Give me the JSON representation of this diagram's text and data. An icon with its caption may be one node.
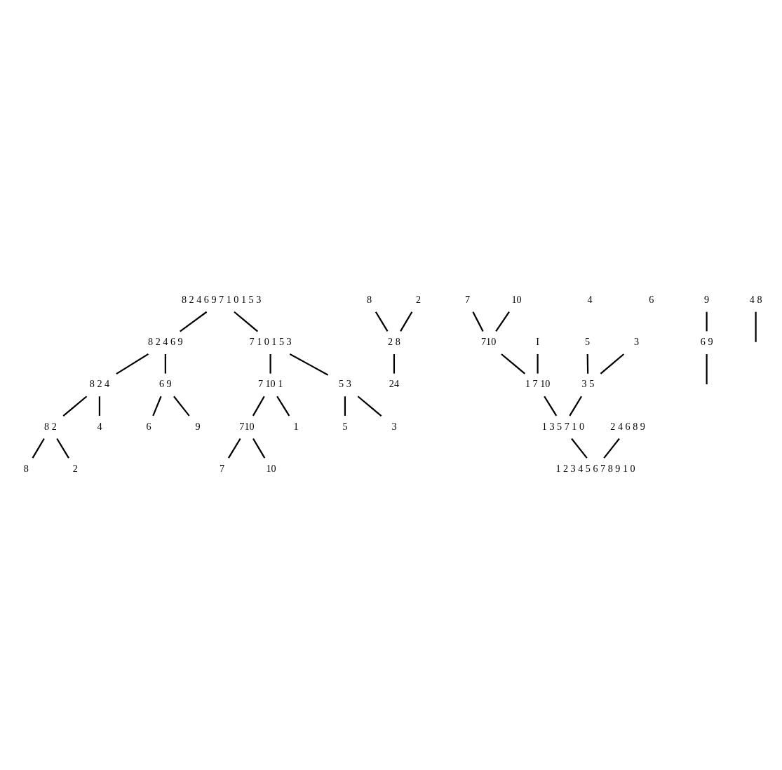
{
  "diagram": {
    "nodes": [
      {
        "text": [
          "8 2 4 6 9 7 1 0 1 5 3"
        ]
      },
      {
        "text": [
          "8 2 4 6 9"
        ]
      },
      {
        "text": [
          "7 1 0 1 5 3"
        ]
      },
      {
        "text": [
          "8 2 4"
        ]
      },
      {
        "text": [
          "6 9"
        ]
      },
      {
        "text": [
          "7 10 1"
        ]
      },
      {
        "text": [
          "5 3"
        ]
      },
      {
        "text": [
          "8 2"
        ]
      },
      {
        "text": [
          "4"
        ]
      },
      {
        "text": [
          "6"
        ]
      },
      {
        "text": [
          "9"
        ]
      },
      {
        "text": [
          "710"
        ]
      },
      {
        "text": [
          "1"
        ]
      },
      {
        "text": [
          "5"
        ]
      },
      {
        "text": [
          "3"
        ]
      },
      {
        "text": [
          "8"
        ]
      },
      {
        "text": [
          "2"
        ]
      },
      {
        "text": [
          "7"
        ]
      },
      {
        "text": [
          "10"
        ]
      },
      {
        "text": [
          "8"
        ]
      },
      {
        "text": [
          "2"
        ]
      },
      {
        "text": [
          "7"
        ]
      },
      {
        "text": [
          "10"
        ]
      },
      {
        "text": [
          "2 8"
        ]
      },
      {
        "text": [
          "4"
        ]
      },
      {
        "text": [
          "6"
        ]
      },
      {
        "text": [
          "9"
        ]
      },
      {
        "text": [
          "710"
        ]
      },
      {
        "text": [
          "I"
        ]
      },
      {
        "text": [
          "5"
        ]
      },
      {
        "text": [
          "3"
        ]
      },
      {
        "text": [
          "4 8"
        ]
      },
      {
        "text": [
          "6 9"
        ]
      },
      {
        "text": [
          "24"
        ]
      },
      {
        "text": [
          "1 7 10"
        ]
      },
      {
        "text": [
          "3 5"
        ]
      },
      {
        "text": [
          "2 4 6 8 9"
        ]
      },
      {
        "text": [
          "1 3 5 7 1 0"
        ]
      },
      {
        "text": [
          "1 2 3 4 5 6 7 8 9 1 0"
        ]
      }
    ],
    "edges": [
      {
        "from": 0,
        "to": 1,
        "arrow": "none"
      },
      {
        "from": 0,
        "to": 2,
        "arrow": "none"
      },
      {
        "from": 1,
        "to": 3,
        "arrow": "none"
      },
      {
        "from": 1,
        "to": 4,
        "arrow": "none"
      },
      {
        "from": 2,
        "to": 5,
        "arrow": "none"
      },
      {
        "from": 2,
        "to": 6,
        "arrow": "none"
      },
      {
        "from": 3,
        "to": 7,
        "arrow": "none"
      },
      {
        "from": 3,
        "to": 8,
        "arrow": "none"
      },
      {
        "from": 4,
        "to": 9,
        "arrow": "none"
      },
      {
        "from": 4,
        "to": 10,
        "arrow": "none"
      },
      {
        "from": 5,
        "to": 11,
        "arrow": "none"
      },
      {
        "from": 5,
        "to": 12,
        "arrow": "none"
      },
      {
        "from": 6,
        "to": 13,
        "arrow": "none"
      },
      {
        "from": 6,
        "to": 14,
        "arrow": "none"
      },
      {
        "from": 7,
        "to": 15,
        "arrow": "none"
      },
      {
        "from": 7,
        "to": 16,
        "arrow": "none"
      },
      {
        "from": 11,
        "to": 17,
        "arrow": "none"
      },
      {
        "from": 11,
        "to": 18,
        "arrow": "none"
      },
      {
        "from": 19,
        "to": 23,
        "arrow": "none"
      },
      {
        "from": 20,
        "to": 23,
        "arrow": "none"
      },
      {
        "from": 21,
        "to": 27,
        "arrow": "none"
      },
      {
        "from": 22,
        "to": 27,
        "arrow": "none"
      },
      {
        "from": 23,
        "to": 33,
        "arrow": "none"
      },
      {
        "from": 31,
        "to": null,
        "arrow": "none"
      },
      {
        "from": 32,
        "to": null,
        "arrow": "none"
      },
      {
        "from": 26,
        "to": 32,
        "arrow": "none"
      },
      {
        "from": 27,
        "to": 34,
        "arrow": "none"
      },
      {
        "from": 28,
        "to": 34,
        "arrow": "none"
      },
      {
        "from": 29,
        "to": 35,
        "arrow": "none"
      },
      {
        "from": 30,
        "to": 35,
        "arrow": "none"
      },
      {
        "from": 34,
        "to": 37,
        "arrow": "none"
      },
      {
        "from": 35,
        "to": 37,
        "arrow": "none"
      },
      {
        "from": 36,
        "to": 38,
        "arrow": "none"
      },
      {
        "from": 37,
        "to": 38,
        "arrow": "none"
      }
    ]
  }
}
